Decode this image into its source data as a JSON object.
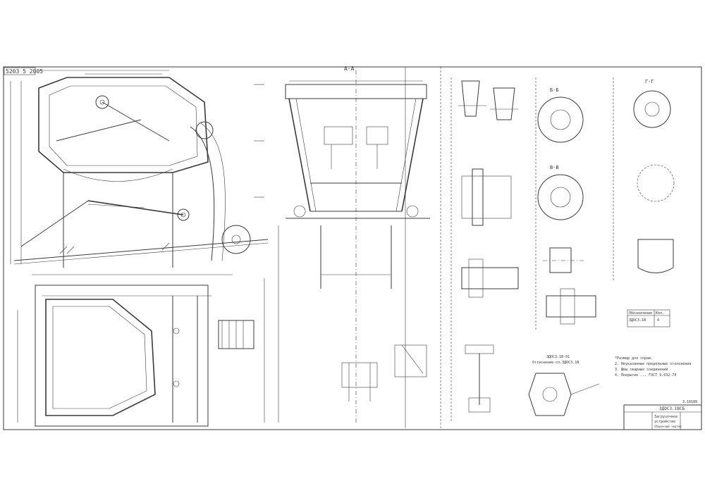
{
  "sheet": {
    "stamp_top_left": "5203 5 2005",
    "drawing_number": "3ДОС3.1В",
    "drawing_number_bottom": "3ДОС3.1ВСБ",
    "sheet_code": "3.18189",
    "ref_note_1": "3ДОС3.1В-01",
    "ref_note_2": "Оттиснение-сп.3ДОС3.1В"
  },
  "views": {
    "section_aa": "А-А",
    "section_bb": "Б-Б",
    "section_vv": "В-В",
    "section_gg": "Г-Г"
  },
  "notes": [
    "*Размер для справ.",
    "2. Неуказанные предельные отклонения",
    "3. Швы сварных соединений",
    "4. Покрытие ... ГОСТ 9.032-74"
  ],
  "title_block": {
    "name_line1": "Загрузочное",
    "name_line2": "устройство",
    "name_line3": "Сборочный чертеж",
    "table_header": "Обозначение",
    "table_col": "Кол.",
    "table_row1_des": "3ДОС3.1В",
    "table_row1_qty": "4"
  }
}
